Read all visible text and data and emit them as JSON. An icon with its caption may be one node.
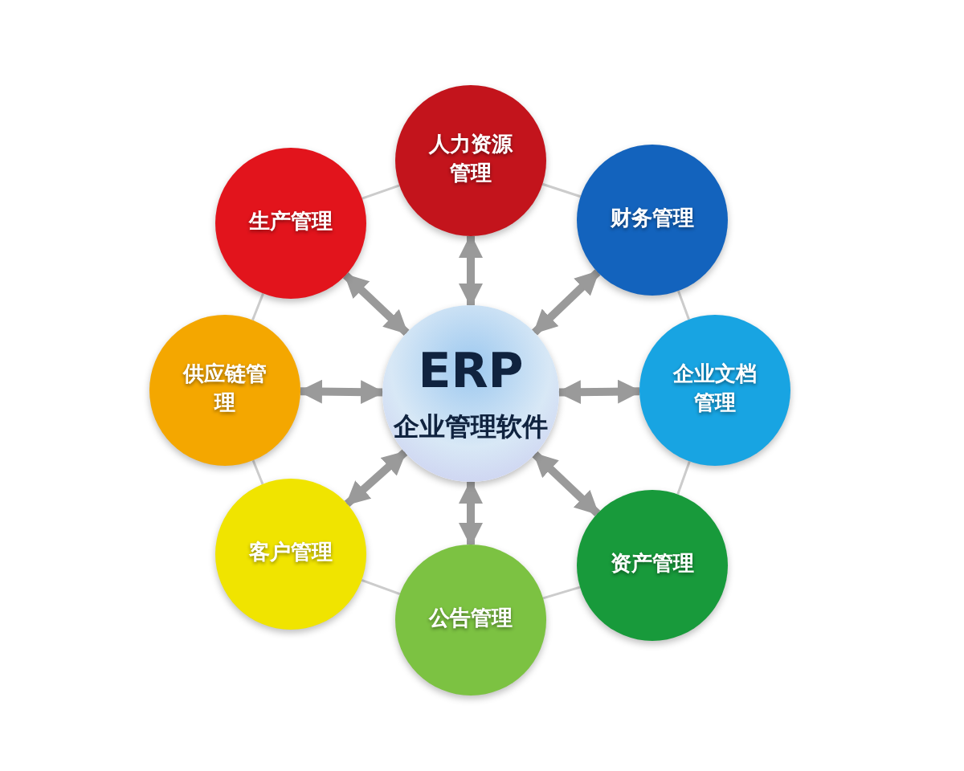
{
  "diagram": {
    "nodes": [
      {
        "text": [
          "ERP",
          "企业管理软件"
        ]
      },
      {
        "text": [
          "人力资源管理"
        ]
      },
      {
        "text": [
          "财务管理"
        ]
      },
      {
        "text": [
          "企业文档管理"
        ]
      },
      {
        "text": [
          "资产管理"
        ]
      },
      {
        "text": [
          "公告管理"
        ]
      },
      {
        "text": [
          "客户管理"
        ]
      },
      {
        "text": [
          "供应链管理"
        ]
      },
      {
        "text": [
          "生产管理"
        ]
      }
    ],
    "edges": [
      {
        "from": 0,
        "to": 1,
        "arrow": "both",
        "style": "thick"
      },
      {
        "from": 0,
        "to": 2,
        "arrow": "both",
        "style": "thick"
      },
      {
        "from": 0,
        "to": 3,
        "arrow": "both",
        "style": "thick"
      },
      {
        "from": 0,
        "to": 4,
        "arrow": "both",
        "style": "thick"
      },
      {
        "from": 0,
        "to": 5,
        "arrow": "both",
        "style": "thick"
      },
      {
        "from": 0,
        "to": 6,
        "arrow": "both",
        "style": "thick"
      },
      {
        "from": 0,
        "to": 7,
        "arrow": "both",
        "style": "thick"
      },
      {
        "from": 0,
        "to": 8,
        "arrow": "both",
        "style": "thick"
      },
      {
        "from": 1,
        "to": 2,
        "arrow": "none",
        "color": "#cccccc"
      },
      {
        "from": 2,
        "to": 3,
        "arrow": "none",
        "color": "#cccccc"
      },
      {
        "from": 3,
        "to": 4,
        "arrow": "none",
        "color": "#cccccc"
      },
      {
        "from": 4,
        "to": 5,
        "arrow": "none",
        "color": "#cccccc"
      },
      {
        "from": 5,
        "to": 6,
        "arrow": "none",
        "color": "#cccccc"
      },
      {
        "from": 6,
        "to": 7,
        "arrow": "none",
        "color": "#cccccc"
      },
      {
        "from": 7,
        "to": 8,
        "arrow": "none",
        "color": "#cccccc"
      },
      {
        "from": 8,
        "to": 1,
        "arrow": "none",
        "color": "#cccccc"
      }
    ]
  }
}
